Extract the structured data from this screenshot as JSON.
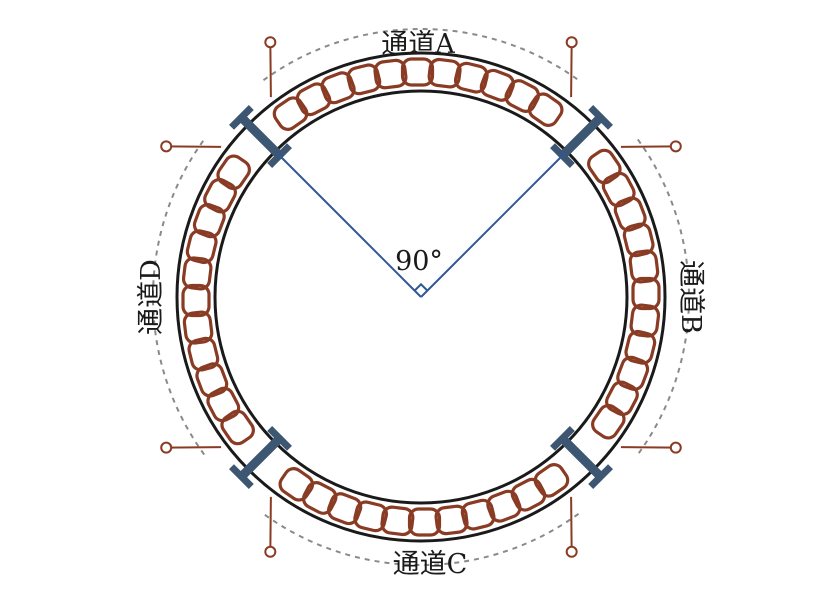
{
  "angle_label": "90°",
  "channels": {
    "a": "通道A",
    "b": "通道B",
    "c": "通道C",
    "d": "通道D"
  },
  "colors": {
    "ring": "#1a1a1a",
    "segment": "#8a3b24",
    "clamp": "#3d5773",
    "radius": "#2f5896",
    "dashed": "#8a8a8a",
    "lead": "#8a3b24"
  }
}
